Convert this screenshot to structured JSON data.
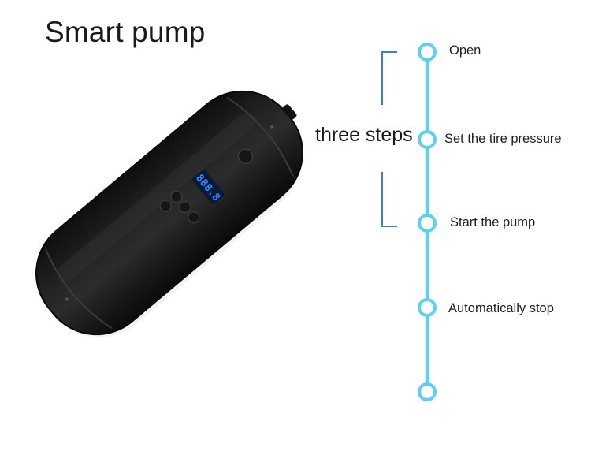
{
  "title": "Smart pump",
  "steps_label": "three steps",
  "steps": [
    {
      "label": "Open"
    },
    {
      "label": "Set the tire pressure"
    },
    {
      "label": "Start the pump"
    },
    {
      "label": "Automatically stop"
    }
  ],
  "display_text": "888.8",
  "colors": {
    "timeline": "#5fd0f0",
    "bracket": "#3a7ed8",
    "device": "#1b1b1b",
    "display": "#2e8cff"
  }
}
